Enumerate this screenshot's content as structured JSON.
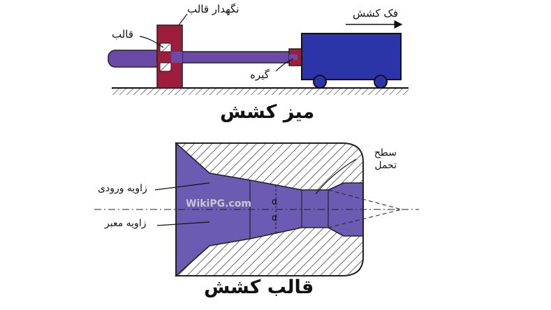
{
  "top_diagram": {
    "label_die_holder": "نگهدار قالب",
    "label_die": "قالب",
    "label_pull_carriage": "فک کشش",
    "label_gripper": "گیره",
    "caption": "میز کشش"
  },
  "bottom_diagram": {
    "label_bearing_surface": "سطح\nتحمل",
    "label_entry_angle": "زاویه ورودی",
    "label_passage_angle": "زاویه معبر",
    "alpha_symbol": "α",
    "watermark": "WikiPG.com",
    "caption": "قالب کشش"
  },
  "colors": {
    "die_holder": "#9e1c3c",
    "rod": "#6a4aa6",
    "carriage": "#2b35a8",
    "die_fill": "#6b5bb3",
    "hatch": "#444444"
  }
}
